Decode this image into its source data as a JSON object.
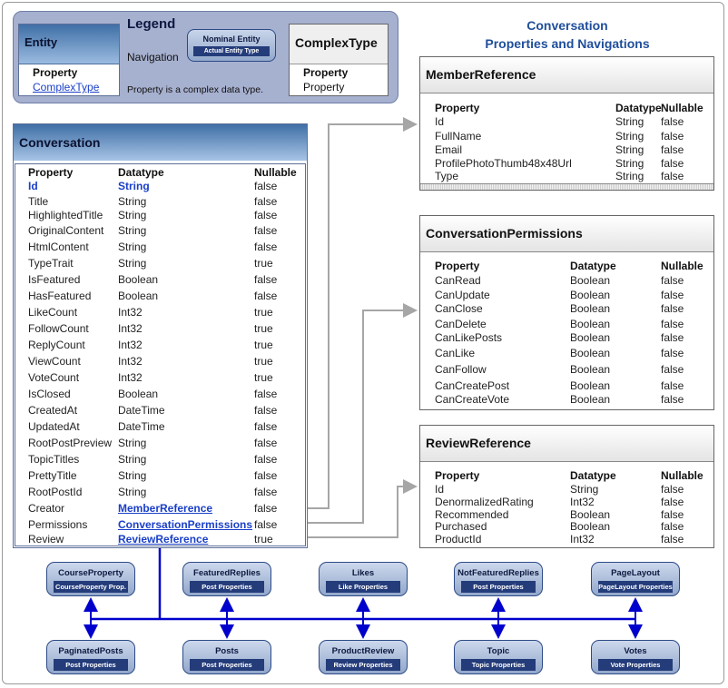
{
  "title": {
    "line1": "Conversation",
    "line2": "Properties and Navigations"
  },
  "legend": {
    "title": "Legend",
    "entity": "Entity",
    "property": "Property",
    "complex_type_link": "ComplexType",
    "navigation": "Navigation",
    "nominal_entity": "Nominal Entity",
    "actual_entity_type": "Actual Entity Type",
    "complex_type": "ComplexType",
    "ct_property_bold": "Property",
    "ct_property": "Property",
    "note": "Property is a complex data type."
  },
  "entity": {
    "name": "Conversation",
    "columns": [
      "Property",
      "Datatype",
      "Nullable"
    ],
    "rows": [
      [
        "Id",
        "String",
        "false"
      ],
      [
        "Title",
        "String",
        "false"
      ],
      [
        "HighlightedTitle",
        "String",
        "false"
      ],
      [
        "OriginalContent",
        "String",
        "false"
      ],
      [
        "HtmlContent",
        "String",
        "false"
      ],
      [
        "TypeTrait",
        "String",
        "true"
      ],
      [
        "IsFeatured",
        "Boolean",
        "false"
      ],
      [
        "HasFeatured",
        "Boolean",
        "false"
      ],
      [
        "LikeCount",
        "Int32",
        "true"
      ],
      [
        "FollowCount",
        "Int32",
        "true"
      ],
      [
        "ReplyCount",
        "Int32",
        "true"
      ],
      [
        "ViewCount",
        "Int32",
        "true"
      ],
      [
        "VoteCount",
        "Int32",
        "true"
      ],
      [
        "IsClosed",
        "Boolean",
        "false"
      ],
      [
        "CreatedAt",
        "DateTime",
        "false"
      ],
      [
        "UpdatedAt",
        "DateTime",
        "false"
      ],
      [
        "RootPostPreview",
        "String",
        "false"
      ],
      [
        "TopicTitles",
        "String",
        "false"
      ],
      [
        "PrettyTitle",
        "String",
        "false"
      ],
      [
        "RootPostId",
        "String",
        "false"
      ],
      [
        "Creator",
        "MemberReference",
        "false"
      ],
      [
        "Permissions",
        "ConversationPermissions",
        "false"
      ],
      [
        "Review",
        "ReviewReference",
        "true"
      ]
    ]
  },
  "complex_types": [
    {
      "name": "MemberReference",
      "columns": [
        "Property",
        "Datatype",
        "Nullable"
      ],
      "rows": [
        [
          "Id",
          "String",
          "false"
        ],
        [
          "FullName",
          "String",
          "false"
        ],
        [
          "Email",
          "String",
          "false"
        ],
        [
          "ProfilePhotoThumb48x48Url",
          "String",
          "false"
        ],
        [
          "Type",
          "String",
          "false"
        ]
      ]
    },
    {
      "name": "ConversationPermissions",
      "columns": [
        "Property",
        "Datatype",
        "Nullable"
      ],
      "rows": [
        [
          "CanRead",
          "Boolean",
          "false"
        ],
        [
          "CanUpdate",
          "Boolean",
          "false"
        ],
        [
          "CanClose",
          "Boolean",
          "false"
        ],
        [
          "CanDelete",
          "Boolean",
          "false"
        ],
        [
          "CanLikePosts",
          "Boolean",
          "false"
        ],
        [
          "CanLike",
          "Boolean",
          "false"
        ],
        [
          "CanFollow",
          "Boolean",
          "false"
        ],
        [
          "CanCreatePost",
          "Boolean",
          "false"
        ],
        [
          "CanCreateVote",
          "Boolean",
          "false"
        ]
      ]
    },
    {
      "name": "ReviewReference",
      "columns": [
        "Property",
        "Datatype",
        "Nullable"
      ],
      "rows": [
        [
          "Id",
          "String",
          "false"
        ],
        [
          "DenormalizedRating",
          "Int32",
          "false"
        ],
        [
          "Recommended",
          "Boolean",
          "false"
        ],
        [
          "Purchased",
          "Boolean",
          "false"
        ],
        [
          "ProductId",
          "Int32",
          "false"
        ]
      ]
    }
  ],
  "navigations_top": [
    {
      "name": "CourseProperty",
      "type": "CourseProperty Prop."
    },
    {
      "name": "FeaturedReplies",
      "type": "Post Properties"
    },
    {
      "name": "Likes",
      "type": "Like Properties"
    },
    {
      "name": "NotFeaturedReplies",
      "type": "Post Properties"
    },
    {
      "name": "PageLayout",
      "type": "PageLayout Properties"
    }
  ],
  "navigations_bottom": [
    {
      "name": "PaginatedPosts",
      "type": "Post Properties"
    },
    {
      "name": "Posts",
      "type": "Post Properties"
    },
    {
      "name": "ProductReview",
      "type": "Review Properties"
    },
    {
      "name": "Topic",
      "type": "Topic Properties"
    },
    {
      "name": "Votes",
      "type": "Vote Properties"
    }
  ],
  "colors": {
    "navigation_line": "#0000cc",
    "complex_link": "#a6a6a6",
    "title": "#1f4e9b",
    "header_dark": "#3f6fa6"
  }
}
